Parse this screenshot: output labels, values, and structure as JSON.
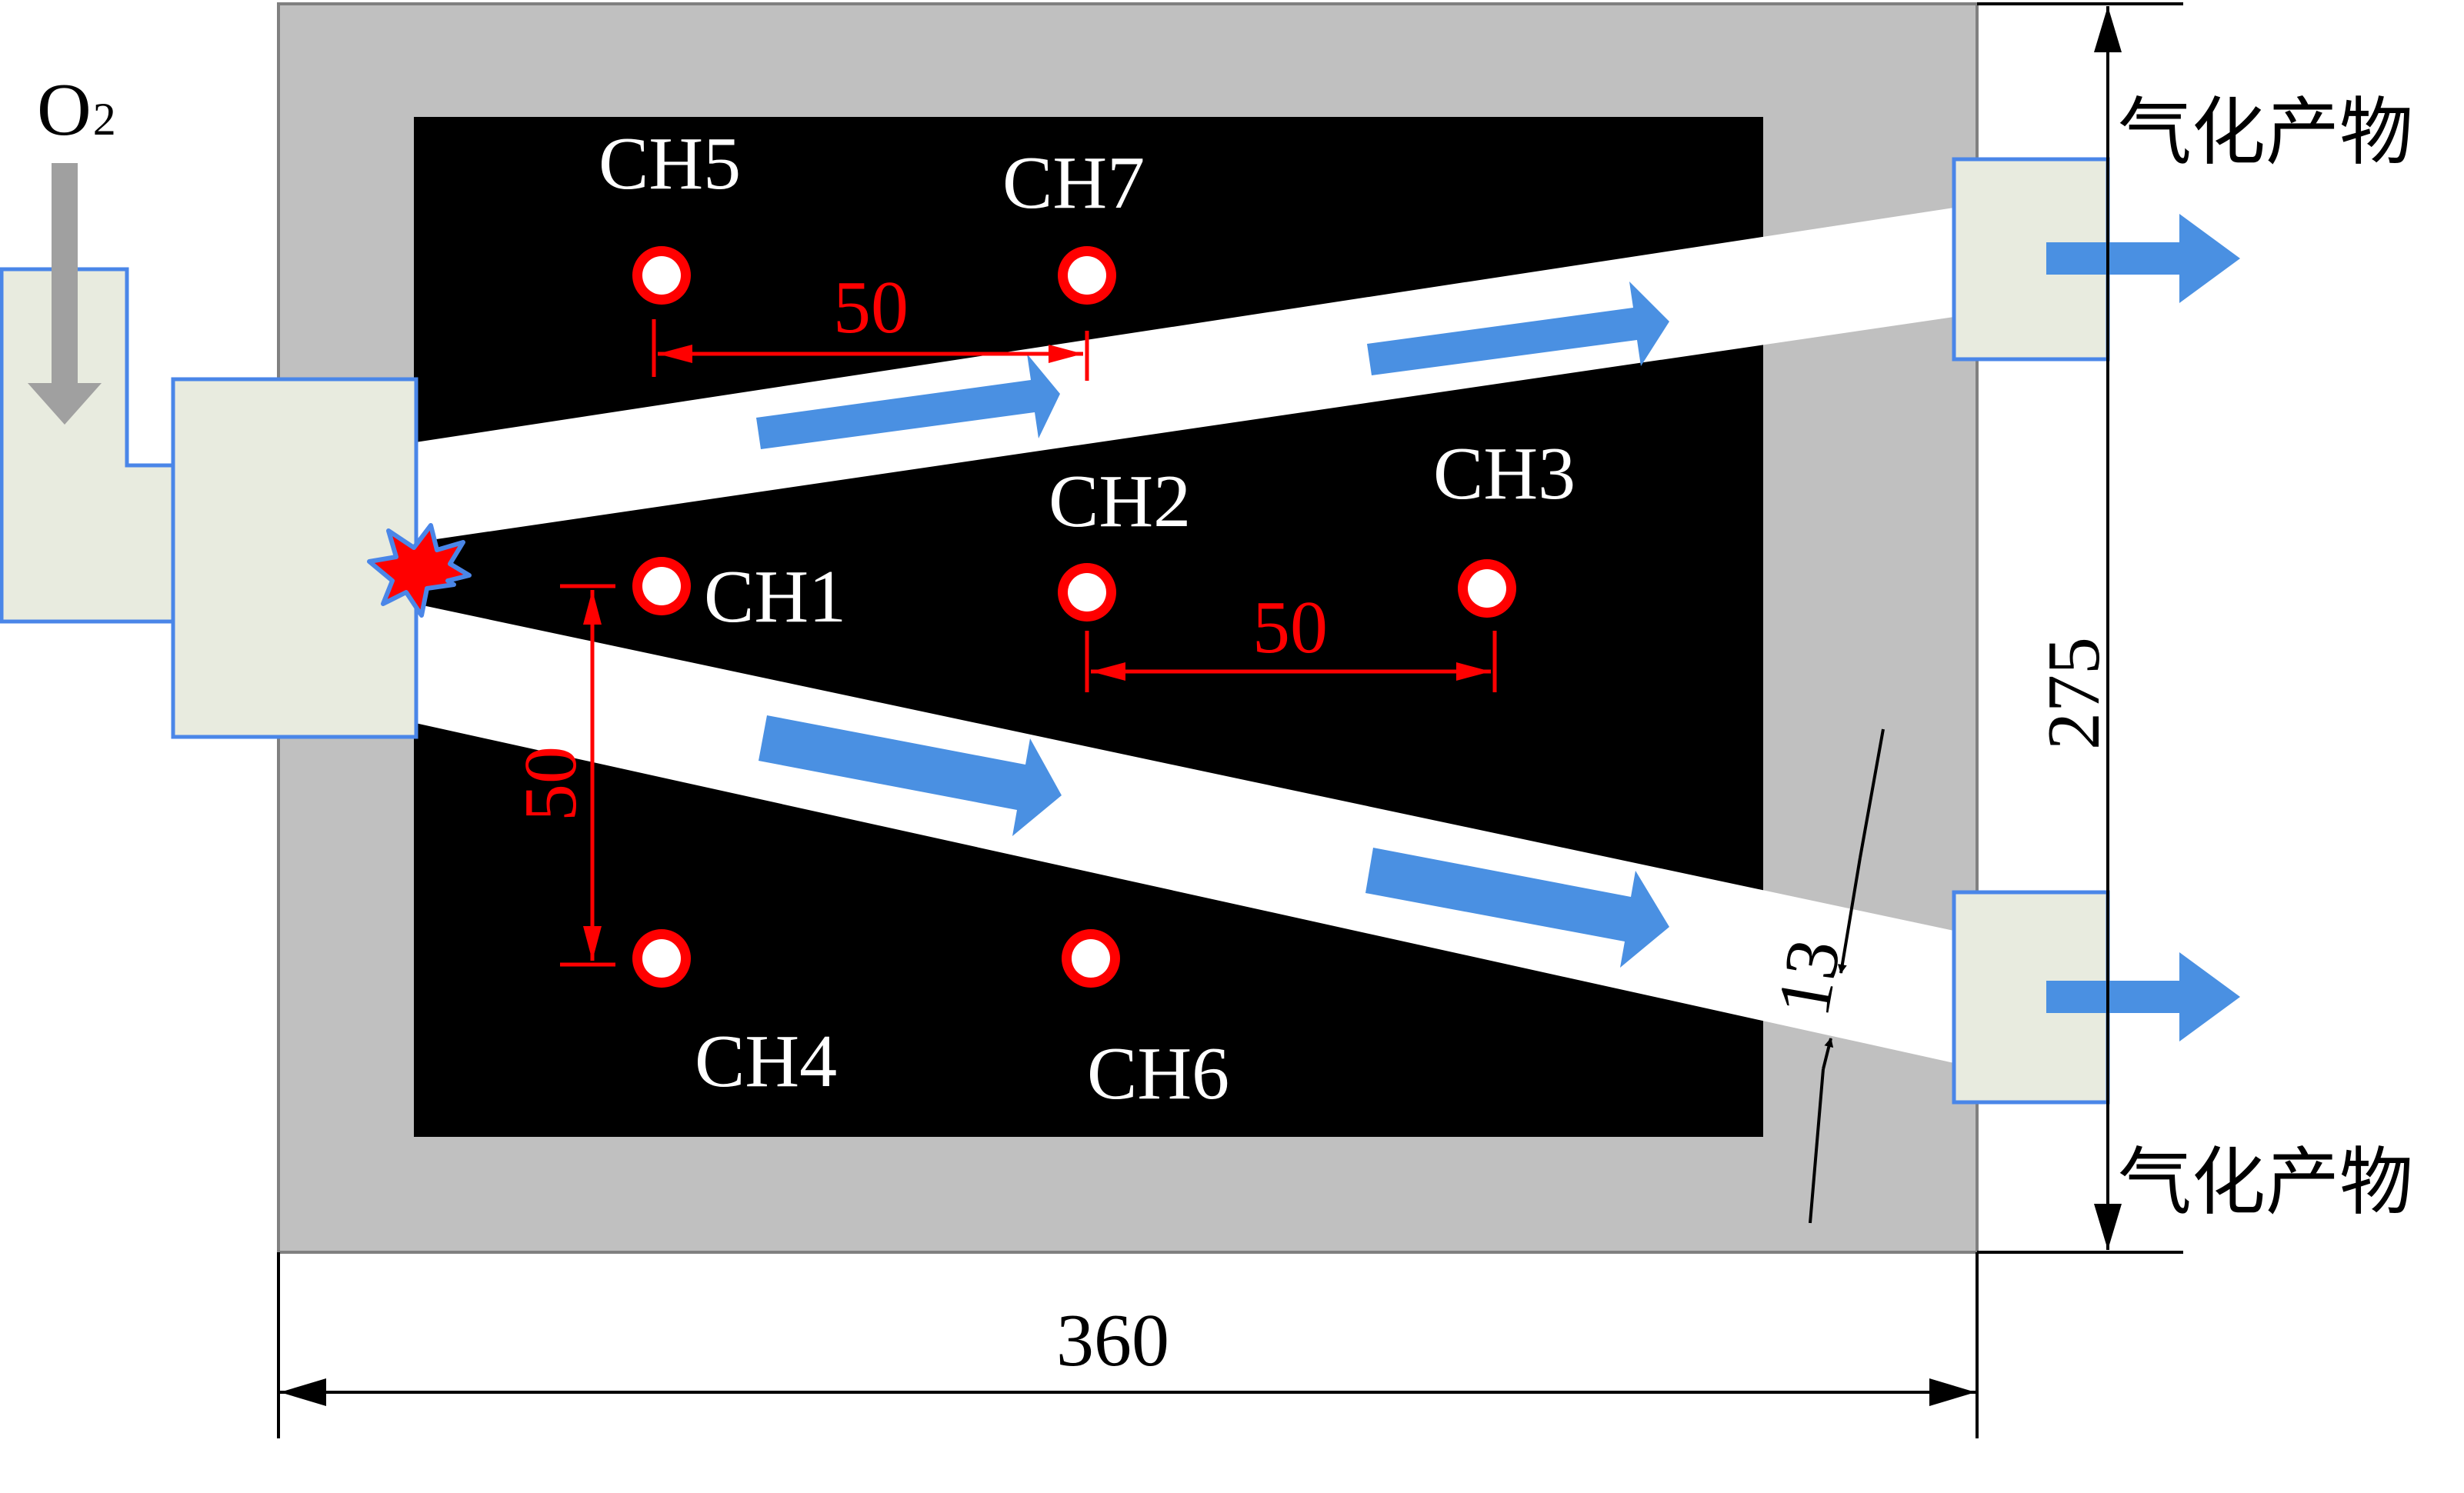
{
  "diagram": {
    "oxygen_inlet": {
      "label_main": "O",
      "label_sub": "2"
    },
    "channels": [
      {
        "id": "CH1",
        "label": "CH1"
      },
      {
        "id": "CH2",
        "label": "CH2"
      },
      {
        "id": "CH3",
        "label": "CH3"
      },
      {
        "id": "CH4",
        "label": "CH4"
      },
      {
        "id": "CH5",
        "label": "CH5"
      },
      {
        "id": "CH6",
        "label": "CH6"
      },
      {
        "id": "CH7",
        "label": "CH7"
      }
    ],
    "dimensions": {
      "spacing_top": "50",
      "spacing_middle": "50",
      "spacing_vertical": "50",
      "channel_width": "13",
      "overall_width": "360",
      "overall_height": "275"
    },
    "outlets": {
      "top_label": "气化产物",
      "bottom_label": "气化产物"
    },
    "colors": {
      "frame_gray": "#c0c0c0",
      "coal_black": "#000000",
      "channel_white": "#ffffff",
      "box_fill": "#e8ebdf",
      "box_stroke": "#4a86e8",
      "flow_arrow": "#4a90e2",
      "probe_red": "#ff0000",
      "dim_red": "#ff0000",
      "inlet_arrow": "#a0a0a0"
    },
    "icons": {
      "ignition": "explosion-star-icon",
      "flow": "arrow-right-icon",
      "inlet": "arrow-down-icon",
      "probe": "ring-marker-icon"
    }
  }
}
